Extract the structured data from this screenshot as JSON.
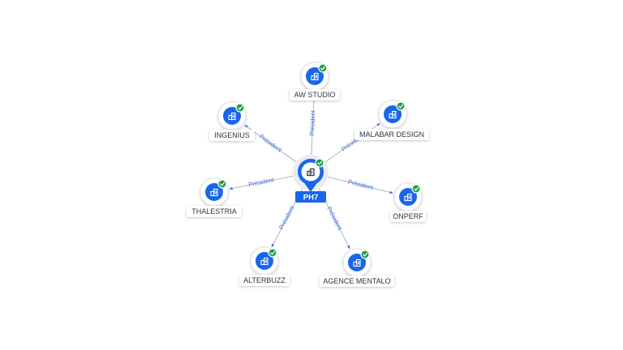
{
  "center": {
    "label": "PH7",
    "icon": "building-icon",
    "status_icon": "check-icon"
  },
  "edge_label": "Président",
  "nodes": [
    {
      "id": "aw-studio",
      "label": "AW STUDIO",
      "icon": "building-icon",
      "status_icon": "check-icon"
    },
    {
      "id": "malabar-design",
      "label": "MALABAR DESIGN",
      "icon": "building-icon",
      "status_icon": "check-icon"
    },
    {
      "id": "onperf",
      "label": "ONPERF",
      "icon": "building-icon",
      "status_icon": "check-icon"
    },
    {
      "id": "agence-mentalo",
      "label": "AGENCE MENTALO",
      "icon": "building-icon",
      "status_icon": "check-icon"
    },
    {
      "id": "alterbuzz",
      "label": "ALTERBUZZ",
      "icon": "building-icon",
      "status_icon": "check-icon"
    },
    {
      "id": "thalestria",
      "label": "THALESTRIA",
      "icon": "building-icon",
      "status_icon": "check-icon"
    },
    {
      "id": "ingenius",
      "label": "INGENIUS",
      "icon": "building-icon",
      "status_icon": "check-icon"
    }
  ],
  "colors": {
    "primary": "#1a66e8",
    "check": "#1e9e4a",
    "edge": "#9aa3b5",
    "edge_label": "#3b6fd8"
  }
}
